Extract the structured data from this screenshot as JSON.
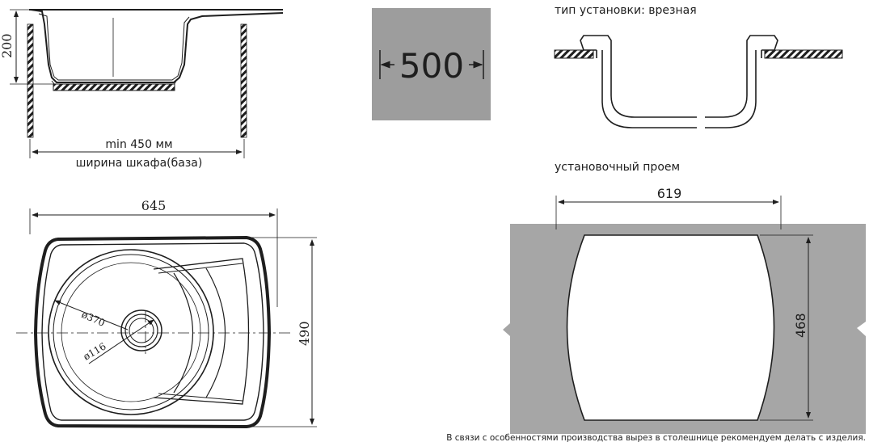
{
  "side_view": {
    "height_label": "200",
    "min_width_label": "min 450 мм",
    "cabinet_label": "ширина шкафа(база)"
  },
  "bowl_depth_badge": {
    "value": "500"
  },
  "install_type": {
    "label": "тип установки: врезная"
  },
  "top_view": {
    "width_label": "645",
    "depth_label": "490",
    "bowl_diameter_label": "ø370",
    "drain_diameter_label": "ø116"
  },
  "cutout": {
    "title": "установочный проем",
    "width_label": "619",
    "height_label": "468"
  },
  "footnote": "В связи с особенностями производства вырез в столешнице рекомендуем делать с изделия.",
  "colors": {
    "line": "#1e1e1e",
    "countertop_gray": "#a6a6a6",
    "badge_gray": "#9d9d9d"
  }
}
